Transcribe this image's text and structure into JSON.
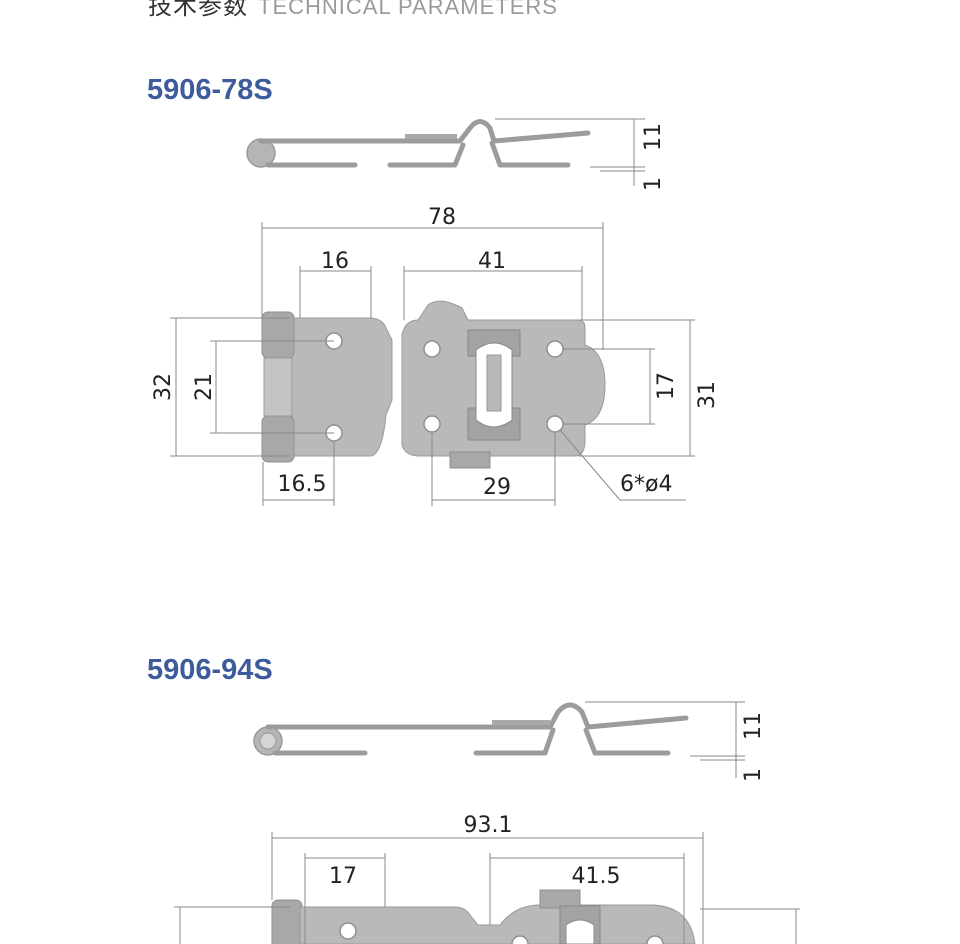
{
  "header": {
    "title_cn": "技术参数",
    "title_en": "TECHNICAL PARAMETERS"
  },
  "models": [
    {
      "name": "5906-78S",
      "side_view": {
        "height": "11",
        "thickness": "1"
      },
      "front_view": {
        "overall_length": "78",
        "hinge_width": "16",
        "hasp_width": "41",
        "height_left": "32",
        "hole_spacing_left": "21",
        "hole_offset": "16.5",
        "hole_spacing_bottom": "29",
        "hole_spacing_right": "17",
        "height_right": "31",
        "holes": "6*ø4"
      }
    },
    {
      "name": "5906-94S",
      "side_view": {
        "height": "11",
        "thickness": "1"
      },
      "front_view": {
        "overall_length": "93.1",
        "hinge_width": "17",
        "hasp_width": "41.5"
      }
    }
  ],
  "colors": {
    "model_title": "#3e5b9c",
    "part": "#b9b9b9",
    "dimension_line": "#8a8a8a"
  }
}
